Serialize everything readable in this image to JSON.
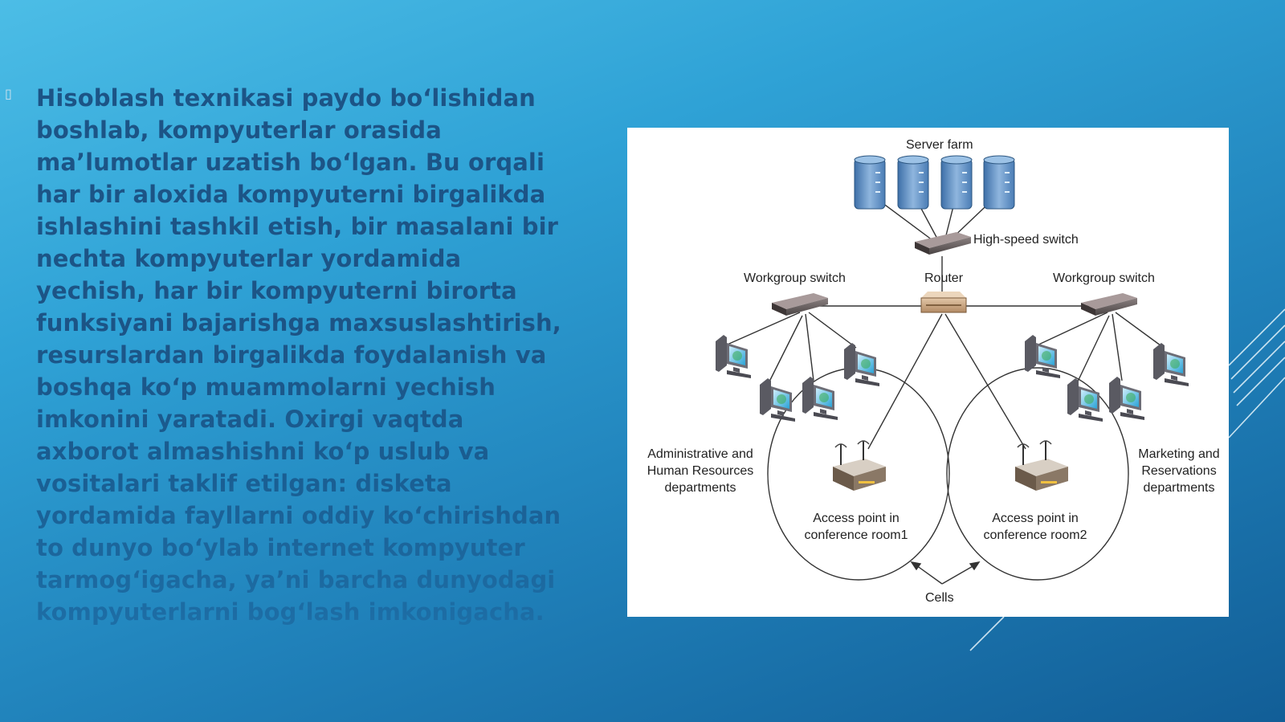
{
  "slide": {
    "paragraph": "Hisoblash texnikasi paydo bo‘lishidan boshlab, kompyuterlar orasida ma’lumotlar uzatish bo‘lgan. Bu orqali har bir aloxida kompyuterni birgalikda ishlashini tashkil etish, bir masalani bir nechta kompyuterlar yordamida yechish, har bir kompyuterni birorta funksiyani bajarishga maxsuslashtirish, resurslardan birgalikda foydalanish va boshqa ko‘p muammolarni yechish imkonini yaratadi. Oxirgi vaqtda axborot almashishni ko‘p uslub va vositalari taklif etilgan: disketa yordamida fayllarni oddiy ko‘chirishdan to dunyo bo‘ylab internet kompyuter tarmog‘igacha, ya’ni barcha dunyodagi kompyuterlarni bog‘lash imkonigacha.",
    "bullet_icon": "square-bullet-icon",
    "colors": {
      "text": "#1c5486",
      "background_top": "#4cbde6",
      "background_bottom": "#125e97"
    }
  },
  "diagram": {
    "labels": {
      "server_farm": "Server farm",
      "high_speed_switch": "High-speed switch",
      "router": "Router",
      "workgroup_switch_left": "Workgroup switch",
      "workgroup_switch_right": "Workgroup switch",
      "admin_dept": "Administrative and\nHuman Resources\ndepartments",
      "marketing_dept": "Marketing and\nReservations\ndepartments",
      "access_point_1": "Access point in\nconference room1",
      "access_point_2": "Access point in\nconference room2",
      "cells": "Cells"
    }
  }
}
